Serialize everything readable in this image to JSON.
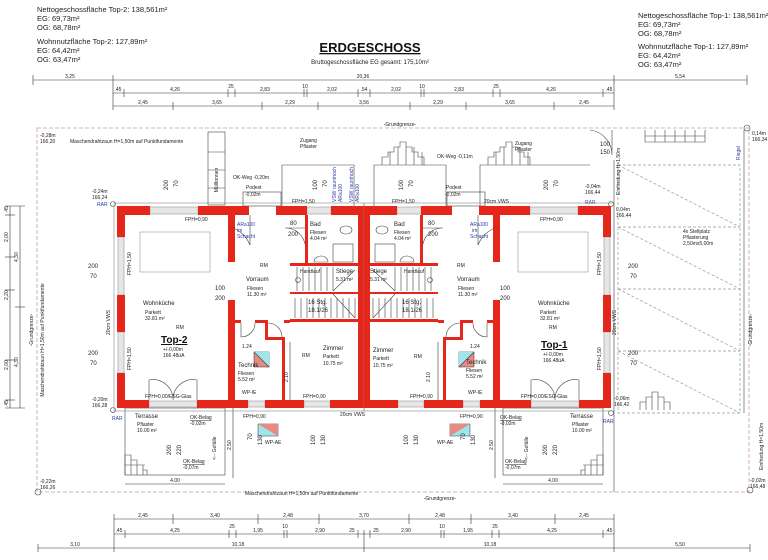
{
  "info_top2": {
    "netto": "Nettogeschossfläche Top-2: 138,561m²",
    "netto_eg": "EG: 69,73m²",
    "netto_og": "OG: 68,78m²",
    "wohn": "Wohnnutzfläche Top-2: 127,89m²",
    "wohn_eg": "EG: 64,42m²",
    "wohn_og": "OG: 63,47m²"
  },
  "info_top1": {
    "netto": "Nettogeschossfläche Top-1: 138,561m²",
    "netto_eg": "EG: 69,73m²",
    "netto_og": "OG: 68,78m²",
    "wohn": "Wohnnutzfläche Top-1: 127,89m²",
    "wohn_eg": "EG: 64,42m²",
    "wohn_og": "OG: 63,47m²"
  },
  "title": "ERDGESCHOSS",
  "subtitle": "Bruttogeschossfläche EG gesamt: 175,10m²",
  "colors": {
    "wall": "#e4261b",
    "annotation": "#2a3aa8",
    "property_line": "#c9a0a0"
  },
  "dims": {
    "top1": [
      "3,25",
      "20,36",
      "5,54"
    ],
    "top2": [
      ".45",
      "4,26",
      "25",
      "2,83",
      "10",
      "2,02",
      ".54",
      "2,02",
      "10",
      "2,83",
      "25",
      "4,26",
      ".45"
    ],
    "top3": [
      "2,45",
      "3,65",
      "2,29",
      "3,56",
      "2,29",
      "3,65",
      "2,45"
    ],
    "bot1": [
      "2,45",
      "3,40",
      "2,48",
      "3,70",
      "2,48",
      "3,40",
      "2,45"
    ],
    "bot2": [
      ".45",
      "4,25",
      "25",
      "1,95",
      "10",
      "2,90",
      "25",
      "25",
      "2,90",
      "10",
      "1,95",
      "25",
      "4,25",
      ".45"
    ],
    "bot3": [
      "3,10",
      "10,18",
      "10,18",
      "5,50"
    ],
    "left": [
      ".45",
      "2,00",
      "4,30",
      "2,20",
      "4,30",
      "2,00",
      ".45"
    ]
  },
  "elevations": {
    "nw": [
      "-0,28m",
      "166,20"
    ],
    "ne": [
      "0,14m",
      "166,34"
    ],
    "sw": [
      "-0,22m",
      "166,26"
    ],
    "se": [
      "-0,02m",
      "166,48"
    ],
    "b_nw": [
      "-0,24m",
      "166,24"
    ],
    "b_sw": [
      "-0,20m",
      "166,28"
    ],
    "b_ne_out": [
      "-0,04m",
      "166,44"
    ],
    "b_ne": [
      "0,04m",
      "166,44"
    ],
    "b_se": [
      "-0,06m",
      "166,42"
    ]
  },
  "site": {
    "fence": "Maschendrahtzaun H=1,50m auf Punktfundamente",
    "fence_left": "Maschendrahtzaun H=1,50m auf Punktfundamente",
    "boundary": "-Grundgrenze-",
    "einfriedung": "Einfriedung H=1,50m",
    "riegel": "Riegel",
    "parking": [
      "4x Stellplatz",
      "Pflasterung",
      "2,50mx5,00m"
    ],
    "rar": "RAR",
    "vws": "20cm VWS",
    "muell": "Mülltonnen",
    "zugang": [
      "Zugang",
      "Pflaster"
    ],
    "okweg_left": "OK-Weg -0,20m",
    "okweg_right": "OK-Weg -0,11m",
    "podest": [
      "Podest",
      "-0,02m"
    ],
    "vsw": [
      "VSW raumhoch",
      "ARa100"
    ],
    "schacht": [
      "ARa100",
      "im",
      "Schacht"
    ],
    "gefaelle": "<-- Gefälle",
    "ok_belag1": [
      "OK-Belag",
      "-0,02m"
    ],
    "ok_belag2": [
      "OK-Belag",
      "-0,07m"
    ],
    "terrace_width": "4.00",
    "wp_ie": "WP-IE",
    "wp_ae": "WP-AE",
    "rm": "RM",
    "handlauf": "Handlauf",
    "stairs": [
      "16 Stg.",
      "18.1/26"
    ],
    "technik_width": "1.24",
    "height_210": "2.10",
    "terrace_depth": "2.50"
  },
  "windows": {
    "fph090": "FPH=0,90",
    "fph150": "FPH=1,50",
    "fph000": "FPH=0,00/ESG-Glas",
    "w200": "200",
    "w100": "100",
    "w70": "70",
    "w80": "80",
    "w220": "220",
    "w130": "130",
    "w150": "150"
  },
  "units": {
    "top2": {
      "name": "Top-2",
      "level": "+/-0,00m",
      "abs": "166.48üA",
      "wohnkueche": [
        "Wohnküche",
        "Parkett",
        "32.81 m²"
      ],
      "vorraum": [
        "Vorraum",
        "Fliesen",
        "11.30 m²"
      ],
      "bad": [
        "Bad",
        "Fliesen",
        "4.04 m²"
      ],
      "stiege": [
        "Stiege",
        "5.31 m²"
      ],
      "zimmer": [
        "Zimmer",
        "Parkett",
        "10.75 m²"
      ],
      "technik": [
        "Technik",
        "Fliesen",
        "5.52 m²"
      ],
      "terrasse": [
        "Terrasse",
        "Pflaster",
        "10.00 m²"
      ]
    },
    "top1": {
      "name": "Top-1",
      "level": "+/-0,00m",
      "abs": "166.48üA",
      "wohnkueche": [
        "Wohnküche",
        "Parkett",
        "32.81 m²"
      ],
      "vorraum": [
        "Vorraum",
        "Fliesen",
        "11.30 m²"
      ],
      "bad": [
        "Bad",
        "Fliesen",
        "4.04 m²"
      ],
      "stiege": [
        "Stiege",
        "5.31 m²"
      ],
      "zimmer": [
        "Zimmer",
        "Parkett",
        "10.75 m²"
      ],
      "technik": [
        "Technik",
        "Fliesen",
        "5.52 m²"
      ],
      "terrasse": [
        "Terrasse",
        "Pflaster",
        "10.00 m²"
      ]
    }
  }
}
